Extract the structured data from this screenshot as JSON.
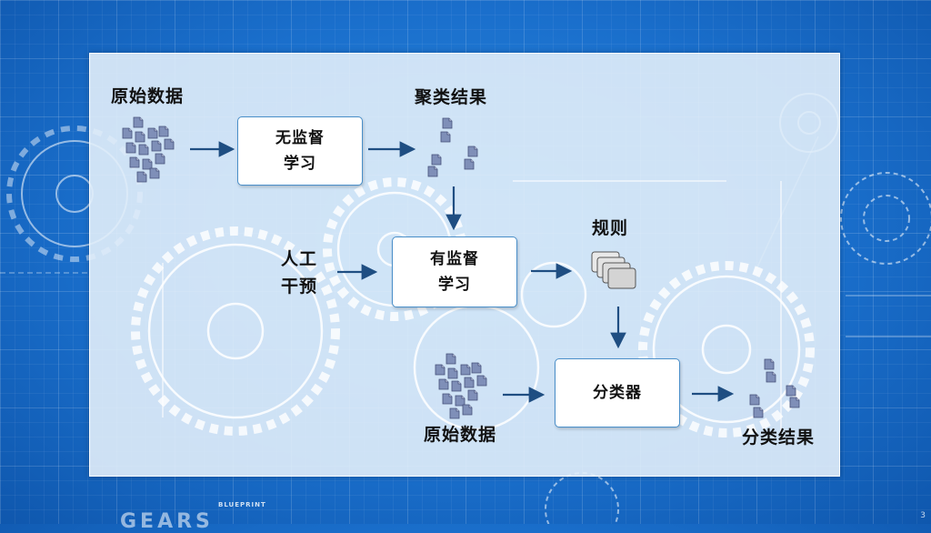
{
  "diagram": {
    "raw_data_top": "原始数据",
    "unsupervised": "无监督\n学习",
    "cluster_result": "聚类结果",
    "human_intervention": "人工\n干预",
    "supervised": "有监督\n学习",
    "rules": "规则",
    "raw_data_bottom": "原始数据",
    "classifier": "分类器",
    "classification_result": "分类结果"
  },
  "background": {
    "blueprint_tag": "BLUEPRINT",
    "gears_tag": "GEARS",
    "page_number": "3"
  },
  "colors": {
    "arrow": "#1f4e82",
    "doc_icon": "#7f8fb8",
    "box_border": "#4a8fc9"
  },
  "icons": {
    "document": "document-stack-icon",
    "rules": "rule-cards-icon"
  }
}
